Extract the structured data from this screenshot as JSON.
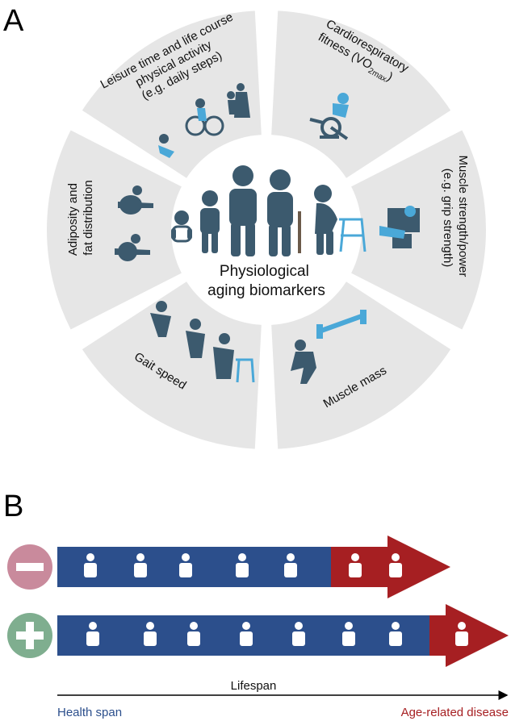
{
  "panel_a": {
    "letter": "A",
    "center_title": [
      "Physiological",
      "aging biomarkers"
    ],
    "segments": [
      {
        "id": "leisure",
        "lines": [
          "Leisure time and life course",
          "physical activity",
          "(e.g. daily steps)"
        ]
      },
      {
        "id": "cardio",
        "lines": [
          "Cardiorespiratory",
          "fitness (VO"
        ],
        "subscript": "2max",
        "suffix": ")"
      },
      {
        "id": "strength",
        "lines": [
          "Muscle strength/power",
          "(e.g. grip strength)"
        ]
      },
      {
        "id": "mass",
        "lines": [
          "Muscle mass"
        ]
      },
      {
        "id": "gait",
        "lines": [
          "Gait speed"
        ]
      },
      {
        "id": "adiposity",
        "lines": [
          "Adiposity and",
          "fat distribution"
        ]
      }
    ]
  },
  "panel_b": {
    "letter": "B",
    "rows": [
      {
        "sign": "minus",
        "sign_symbol": "−",
        "sign_color": "#c98a9c",
        "icons": [
          "junk-food-icon",
          "obese-person-icon",
          "car-icon",
          "desk-work-icon",
          "tv-watching-icon",
          "wheelchair-icon",
          "hospital-bed-icon"
        ]
      },
      {
        "sign": "plus",
        "sign_symbol": "+",
        "sign_color": "#7fae8f",
        "icons": [
          "healthy-food-icon",
          "sleep-icon",
          "learning-icon",
          "social-icon",
          "cycling-icon",
          "hiking-icon",
          "dancing-icon",
          "wheelchair-icon"
        ]
      }
    ],
    "axis": {
      "label": "Lifespan",
      "left_label": "Health span",
      "right_label": "Age-related disease"
    },
    "colors": {
      "health": "#2c4f8c",
      "disease": "#a61f22",
      "segment": "#e6e6e6",
      "figure": "#3c5a6e",
      "accent": "#4aa8d8"
    }
  }
}
